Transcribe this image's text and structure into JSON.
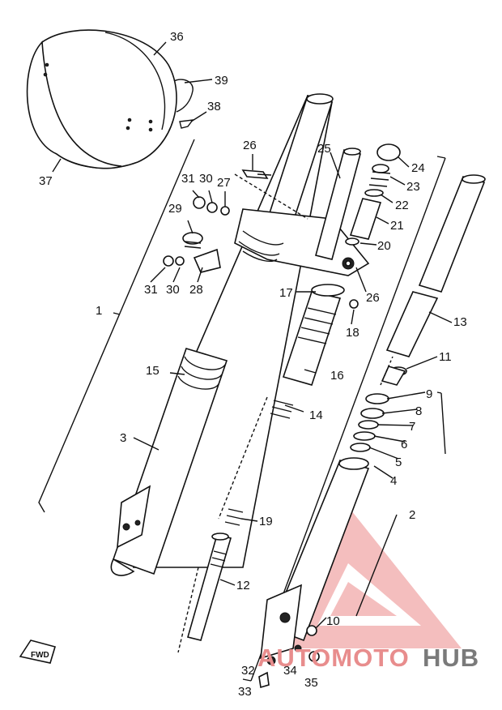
{
  "watermark": {
    "part1": "AUTOMOTO",
    "part2": "HUB",
    "color_primary": "#e88d8d",
    "color_secondary": "#7a7a7a"
  },
  "fwd_badge": "FWD",
  "callouts": [
    {
      "id": "c1",
      "text": "1"
    },
    {
      "id": "c2",
      "text": "2"
    },
    {
      "id": "c3",
      "text": "3"
    },
    {
      "id": "c4",
      "text": "4"
    },
    {
      "id": "c5",
      "text": "5"
    },
    {
      "id": "c6",
      "text": "6"
    },
    {
      "id": "c7",
      "text": "7"
    },
    {
      "id": "c8",
      "text": "8"
    },
    {
      "id": "c9",
      "text": "9"
    },
    {
      "id": "c10",
      "text": "10"
    },
    {
      "id": "c11",
      "text": "11"
    },
    {
      "id": "c12",
      "text": "12"
    },
    {
      "id": "c13",
      "text": "13"
    },
    {
      "id": "c14",
      "text": "14"
    },
    {
      "id": "c15",
      "text": "15"
    },
    {
      "id": "c16",
      "text": "16"
    },
    {
      "id": "c17",
      "text": "17"
    },
    {
      "id": "c18",
      "text": "18"
    },
    {
      "id": "c19",
      "text": "19"
    },
    {
      "id": "c20",
      "text": "20"
    },
    {
      "id": "c21",
      "text": "21"
    },
    {
      "id": "c22",
      "text": "22"
    },
    {
      "id": "c23",
      "text": "23"
    },
    {
      "id": "c24",
      "text": "24"
    },
    {
      "id": "c25",
      "text": "25"
    },
    {
      "id": "c26a",
      "text": "26"
    },
    {
      "id": "c26b",
      "text": "26"
    },
    {
      "id": "c27",
      "text": "27"
    },
    {
      "id": "c28",
      "text": "28"
    },
    {
      "id": "c29",
      "text": "29"
    },
    {
      "id": "c30a",
      "text": "30"
    },
    {
      "id": "c30b",
      "text": "30"
    },
    {
      "id": "c31a",
      "text": "31"
    },
    {
      "id": "c31b",
      "text": "31"
    },
    {
      "id": "c32",
      "text": "32"
    },
    {
      "id": "c33",
      "text": "33"
    },
    {
      "id": "c34",
      "text": "34"
    },
    {
      "id": "c35",
      "text": "35"
    },
    {
      "id": "c36",
      "text": "36"
    },
    {
      "id": "c37",
      "text": "37"
    },
    {
      "id": "c38",
      "text": "38"
    },
    {
      "id": "c39",
      "text": "39"
    }
  ]
}
